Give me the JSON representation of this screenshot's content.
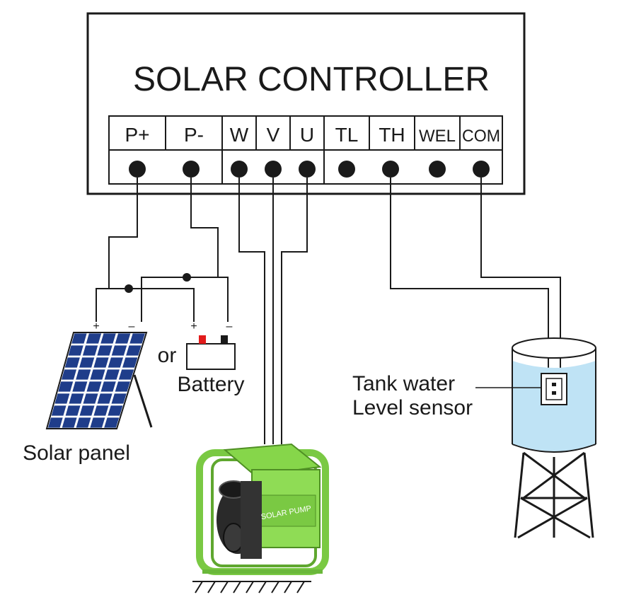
{
  "controller": {
    "title": "SOLAR CONTROLLER",
    "terminals": [
      "P+",
      "P-",
      "W",
      "V",
      "U",
      "TL",
      "TH",
      "WEL",
      "COM"
    ]
  },
  "solar": {
    "plus": "+",
    "minus": "–",
    "label": "Solar panel"
  },
  "battery": {
    "or": "or",
    "plus": "+",
    "minus": "–",
    "label": "Battery"
  },
  "pump": {
    "label": "SOLAR PUMP"
  },
  "tank": {
    "label_line1": "Tank water",
    "label_line2": "Level sensor"
  },
  "colors": {
    "ink": "#1a1a1a",
    "pump_green": "#7ac943",
    "water_blue": "#bfe3f5",
    "panel_blue": "#1f3d8a",
    "battery_red": "#e21b1b"
  }
}
